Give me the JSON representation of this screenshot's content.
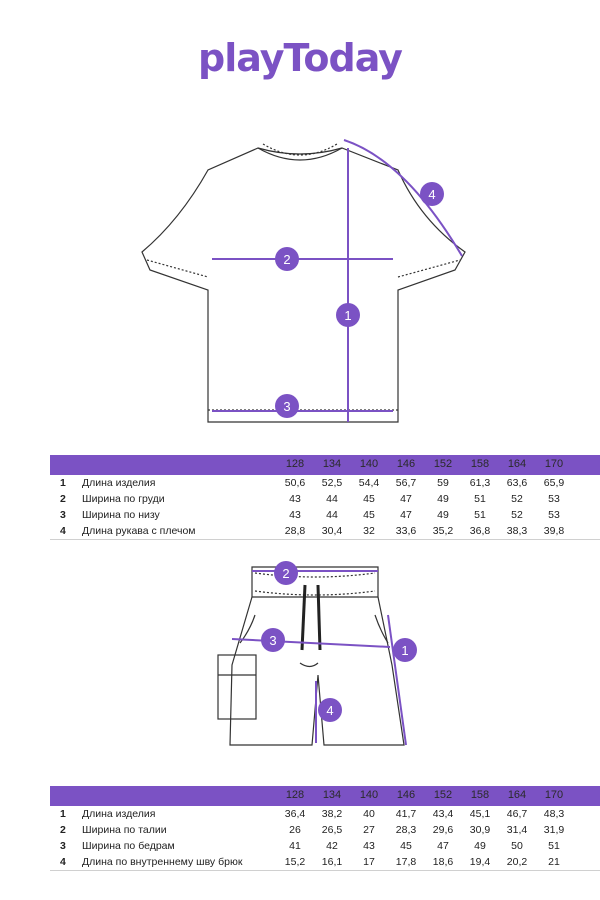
{
  "brand": {
    "logo_text": "playToday",
    "accent_color": "#7b52c4"
  },
  "figure1_markers": [
    "1",
    "2",
    "3",
    "4"
  ],
  "figure2_markers": [
    "1",
    "2",
    "3",
    "4"
  ],
  "tshirt_table": {
    "sizes": [
      "128",
      "134",
      "140",
      "146",
      "152",
      "158",
      "164",
      "170"
    ],
    "rows": [
      {
        "num": "1",
        "label": "Длина изделия",
        "values": [
          "50,6",
          "52,5",
          "54,4",
          "56,7",
          "59",
          "61,3",
          "63,6",
          "65,9"
        ]
      },
      {
        "num": "2",
        "label": "Ширина по груди",
        "values": [
          "43",
          "44",
          "45",
          "47",
          "49",
          "51",
          "52",
          "53"
        ]
      },
      {
        "num": "3",
        "label": "Ширина по низу",
        "values": [
          "43",
          "44",
          "45",
          "47",
          "49",
          "51",
          "52",
          "53"
        ]
      },
      {
        "num": "4",
        "label": "Длина рукава с плечом",
        "values": [
          "28,8",
          "30,4",
          "32",
          "33,6",
          "35,2",
          "36,8",
          "38,3",
          "39,8"
        ]
      }
    ]
  },
  "shorts_table": {
    "sizes": [
      "128",
      "134",
      "140",
      "146",
      "152",
      "158",
      "164",
      "170"
    ],
    "rows": [
      {
        "num": "1",
        "label": "Длина изделия",
        "values": [
          "36,4",
          "38,2",
          "40",
          "41,7",
          "43,4",
          "45,1",
          "46,7",
          "48,3"
        ]
      },
      {
        "num": "2",
        "label": "Ширина по талии",
        "values": [
          "26",
          "26,5",
          "27",
          "28,3",
          "29,6",
          "30,9",
          "31,4",
          "31,9"
        ]
      },
      {
        "num": "3",
        "label": "Ширина по бедрам",
        "values": [
          "41",
          "42",
          "43",
          "45",
          "47",
          "49",
          "50",
          "51"
        ]
      },
      {
        "num": "4",
        "label": "Длина по внутреннему шву брюк",
        "values": [
          "15,2",
          "16,1",
          "17",
          "17,8",
          "18,6",
          "19,4",
          "20,2",
          "21"
        ]
      }
    ]
  }
}
